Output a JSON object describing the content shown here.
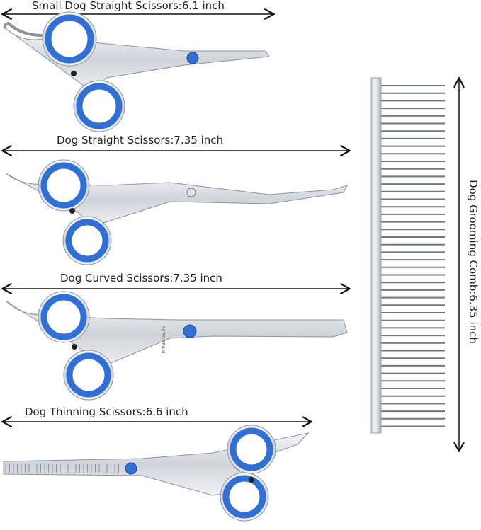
{
  "labels": {
    "small_straight": "Small Dog Straight Scissors:6.1 inch",
    "straight": "Dog Straight Scissors:7.35 inch",
    "curved": "Dog Curved Scissors:7.35 inch",
    "thinning": "Dog Thinning Scissors:6.6 inch",
    "comb": "Dog Grooming Comb:6.35 inch"
  },
  "brand_engraving": "SCEDREAM",
  "colors": {
    "ring_blue": "#2f6fd6",
    "steel": "#d9dde2",
    "steel_dark": "#9aa2ab",
    "arrow": "#111111"
  }
}
